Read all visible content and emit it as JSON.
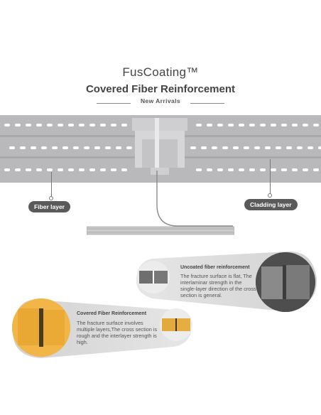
{
  "header": {
    "brand": "FusCoating™",
    "headline": "Covered Fiber Reinforcement",
    "tagline": "New Arrivals"
  },
  "labels": {
    "fiber_layer": "Fiber layer",
    "cladding_layer": "Cladding layer"
  },
  "uncoated": {
    "title": "Uncoated fiber reinforcement",
    "description": "The fracture surface is flat, The interlaminar strength in the single-layer direction of the cross section is general."
  },
  "covered": {
    "title": "Covered Fiber Reinforcement",
    "description": "The fracture surface involves multiple layers,The cross section is rough and the interlayer strength is high."
  },
  "colors": {
    "strip": "#b9b9bb",
    "slot": "#ffffff",
    "pill": "#5a5a5a",
    "covered_fiber": "#e2a93c",
    "uncoated_fiber": "#6e6e6e"
  }
}
